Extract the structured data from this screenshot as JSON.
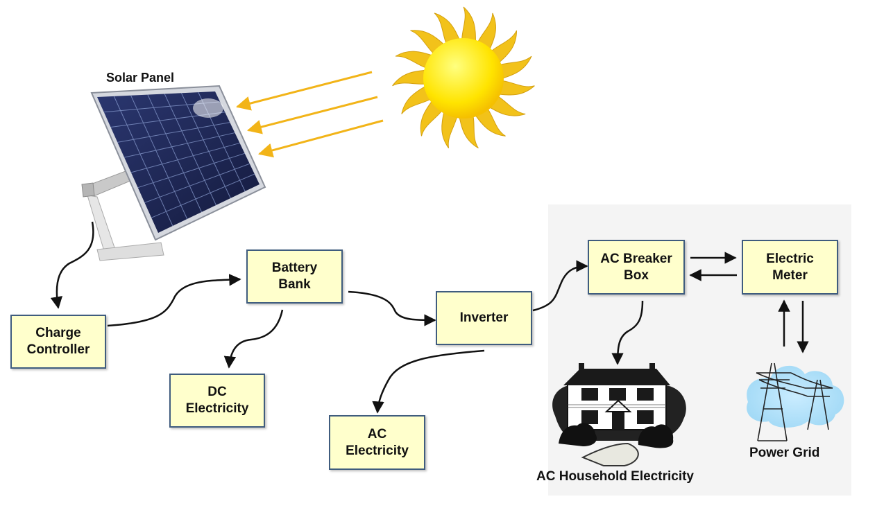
{
  "labels": {
    "solar_panel": "Solar Panel",
    "household": "AC Household Electricity",
    "power_grid": "Power Grid"
  },
  "boxes": {
    "charge_controller": [
      "Charge",
      "Controller"
    ],
    "battery_bank": [
      "Battery",
      "Bank"
    ],
    "dc_electricity": [
      "DC",
      "Electricity"
    ],
    "inverter": [
      "Inverter"
    ],
    "ac_electricity": [
      "AC",
      "Electricity"
    ],
    "ac_breaker_box": [
      "AC Breaker",
      "Box"
    ],
    "electric_meter": [
      "Electric",
      "Meter"
    ]
  },
  "colors": {
    "box_fill": "#ffffcc",
    "box_border": "#3f5c7e",
    "sun_ray_arrow": "#f2b418",
    "connector": "#111111"
  }
}
